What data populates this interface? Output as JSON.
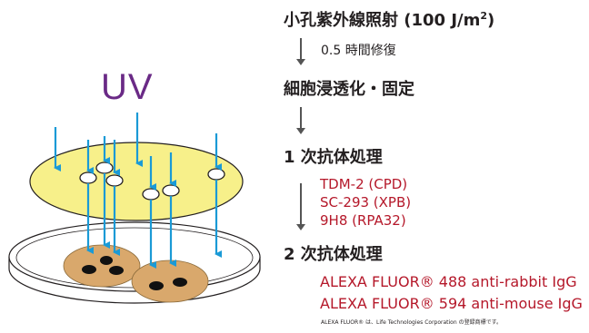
{
  "diagram": {
    "uv_label": "UV"
  },
  "protocol": {
    "step1": {
      "text": "小孔紫外線照射 (100 J/m",
      "sup": "2",
      "close": ")"
    },
    "step1_sub": "0.5 時間修復",
    "step2": "細胞浸透化・固定",
    "step3": "1 次抗体処理",
    "primary_antibodies": [
      "TDM-2 (CPD)",
      "SC-293 (XPB)",
      "9H8 (RPA32)"
    ],
    "step4": "2 次抗体処理",
    "secondary_antibodies": [
      "ALEXA FLUOR® 488 anti-rabbit IgG",
      "ALEXA FLUOR® 594 anti-mouse IgG"
    ],
    "footnote": "ALEXA FLUOR® は、Life Technologies Corporation の登録商標です。"
  },
  "colors": {
    "uv_text": "#6a2a86",
    "arrow": "#1a9ad6",
    "filter": "#f7f08a",
    "cell": "#d9a86c",
    "antibody_text": "#b5182a"
  }
}
